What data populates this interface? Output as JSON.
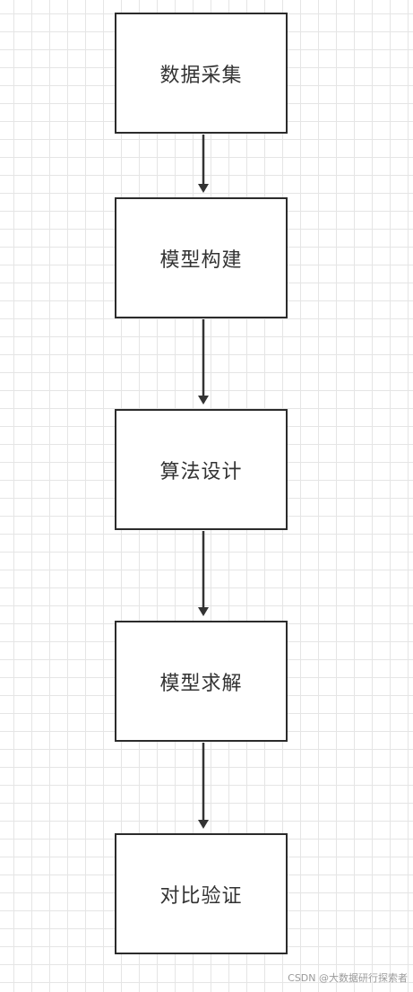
{
  "flow": {
    "steps": [
      {
        "label": "数据采集"
      },
      {
        "label": "模型构建"
      },
      {
        "label": "算法设计"
      },
      {
        "label": "模型求解"
      },
      {
        "label": "对比验证"
      }
    ]
  },
  "watermark": {
    "text": "CSDN @大数据研行探索者"
  },
  "colors": {
    "line": "#333333",
    "box_border": "#2b2b2b",
    "grid": "#e5e5e5"
  }
}
